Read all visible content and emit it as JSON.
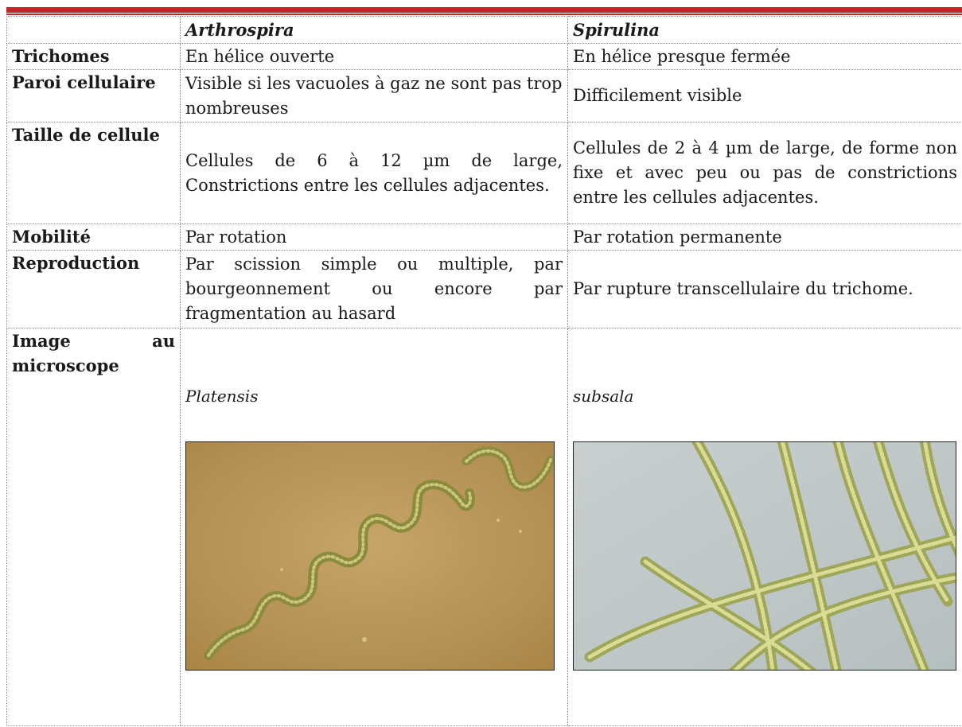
{
  "header": {
    "corner": "",
    "col1": "Arthrospira",
    "col2": "Spirulina"
  },
  "rows": [
    {
      "label": "Trichomes",
      "a": "En hélice ouverte",
      "b": "En hélice presque fermée"
    },
    {
      "label": "Paroi cellulaire",
      "a": "Visible si les vacuoles à gaz ne sont pas trop nombreuses",
      "b": "Difficilement visible"
    },
    {
      "label": "Taille de cellule",
      "a": "Cellules de 6 à 12 µm de large, Constrictions entre les cellules adjacentes.",
      "b": "Cellules de 2 à 4 µm de large, de forme non fixe et avec peu ou pas de constrictions entre les cellules adjacentes."
    },
    {
      "label": "Mobilité",
      "a": "Par rotation",
      "b": "Par rotation permanente"
    },
    {
      "label": "Reproduction",
      "a": "Par scission simple ou multiple, par bourgeonnement ou encore par fragmentation au hasard",
      "b": "Par rupture transcellulaire du trichome."
    },
    {
      "label": "Image au microscope",
      "a": "Platensis",
      "b": "subsala"
    }
  ],
  "colors": {
    "accent_rule": "#c1262b"
  }
}
